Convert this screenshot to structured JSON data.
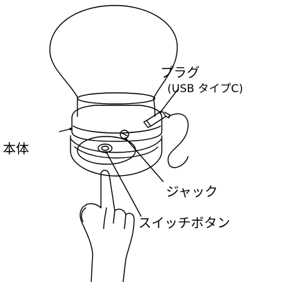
{
  "labels": {
    "body": "本体",
    "plug": "プラグ",
    "plug_type": "(USB タイプC)",
    "jack": "ジャック",
    "switch_button": "スイッチボタン"
  },
  "colors": {
    "line": "#000000",
    "background": "#ffffff"
  }
}
